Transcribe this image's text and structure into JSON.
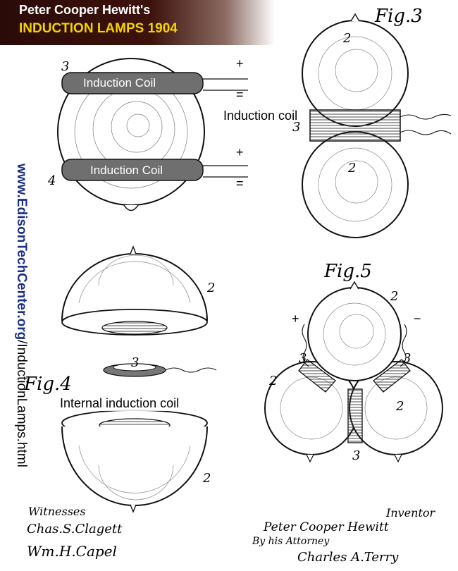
{
  "title": {
    "line1": "Peter Cooper Hewitt's",
    "line2": "INDUCTION LAMPS 1904"
  },
  "watermark": {
    "site": "www.EdisonTechCenter.org",
    "path": "/InductionLamps.html"
  },
  "labels": {
    "coil_top": "Induction Coil",
    "coil_bottom": "Induction Coil",
    "fig3_coil": "Induction coil",
    "fig4_internal": "Internal induction coil"
  },
  "figures": {
    "fig3": "Fig.3",
    "fig4": "Fig.4",
    "fig5": "Fig.5"
  },
  "refs": {
    "n2": "2",
    "n3": "3",
    "n4": "4",
    "plus": "+",
    "minus": "−",
    "minus_eq": "="
  },
  "signatures": {
    "witnesses": "Witnesses",
    "witness1": "Chas.S.Clagett",
    "witness2": "Wm.H.Capel",
    "inventor": "Inventor",
    "inventor_name": "Peter Cooper Hewitt",
    "attorney": "By his Attorney",
    "attorney_name": "Charles A.Terry"
  },
  "colors": {
    "banner": "#3d120c",
    "banner_title": "#ffffff",
    "banner_subtitle": "#f5d300",
    "watermark_site": "#1a2f86"
  }
}
